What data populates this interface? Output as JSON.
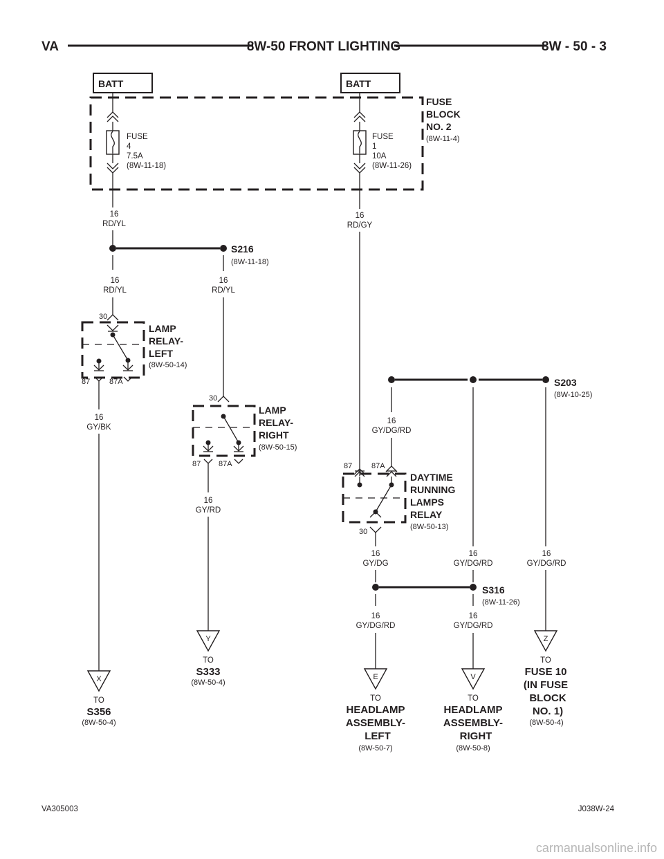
{
  "header": {
    "left": "VA",
    "title": "8W-50 FRONT LIGHTING",
    "right": "8W - 50 - 3"
  },
  "footer": {
    "left": "VA305003",
    "right": "J038W-24",
    "watermark": "carmanualsonline.info"
  },
  "batt": {
    "label": "BATT"
  },
  "fuse_block": {
    "l1": "FUSE",
    "l2": "BLOCK",
    "l3": "NO. 2",
    "ref": "(8W-11-4)"
  },
  "fuse4": {
    "l1": "FUSE",
    "l2": "4",
    "l3": "7.5A",
    "ref": "(8W-11-18)"
  },
  "fuse1": {
    "l1": "FUSE",
    "l2": "1",
    "l3": "10A",
    "ref": "(8W-11-26)"
  },
  "wires": {
    "g16": "16",
    "rdyl": "RD/YL",
    "rdgy": "RD/GY",
    "gybk": "GY/BK",
    "gyrd": "GY/RD",
    "gydgrd": "GY/DG/RD",
    "gydg": "GY/DG"
  },
  "splices": {
    "s216": {
      "name": "S216",
      "ref": "(8W-11-18)"
    },
    "s203": {
      "name": "S203",
      "ref": "(8W-10-25)"
    },
    "s316": {
      "name": "S316",
      "ref": "(8W-11-26)"
    }
  },
  "pins": {
    "p30": "30",
    "p87": "87",
    "p87a": "87A"
  },
  "relay_left": {
    "l1": "LAMP",
    "l2": "RELAY-",
    "l3": "LEFT",
    "ref": "(8W-50-14)"
  },
  "relay_right": {
    "l1": "LAMP",
    "l2": "RELAY-",
    "l3": "RIGHT",
    "ref": "(8W-50-15)"
  },
  "drl_relay": {
    "l1": "DAYTIME",
    "l2": "RUNNING",
    "l3": "LAMPS",
    "l4": "RELAY",
    "ref": "(8W-50-13)"
  },
  "connectors": {
    "x": "X",
    "y": "Y",
    "e": "E",
    "v": "V",
    "z": "Z"
  },
  "destinations": {
    "to": "TO",
    "s356": {
      "name": "S356",
      "ref": "(8W-50-4)"
    },
    "s333": {
      "name": "S333",
      "ref": "(8W-50-4)"
    },
    "hl_left": {
      "l1": "HEADLAMP",
      "l2": "ASSEMBLY-",
      "l3": "LEFT",
      "ref": "(8W-50-7)"
    },
    "hl_right": {
      "l1": "HEADLAMP",
      "l2": "ASSEMBLY-",
      "l3": "RIGHT",
      "ref": "(8W-50-8)"
    },
    "fuse10": {
      "l1": "FUSE 10",
      "l2": "(IN FUSE",
      "l3": "BLOCK",
      "l4": "NO. 1)",
      "ref": "(8W-50-4)"
    }
  }
}
